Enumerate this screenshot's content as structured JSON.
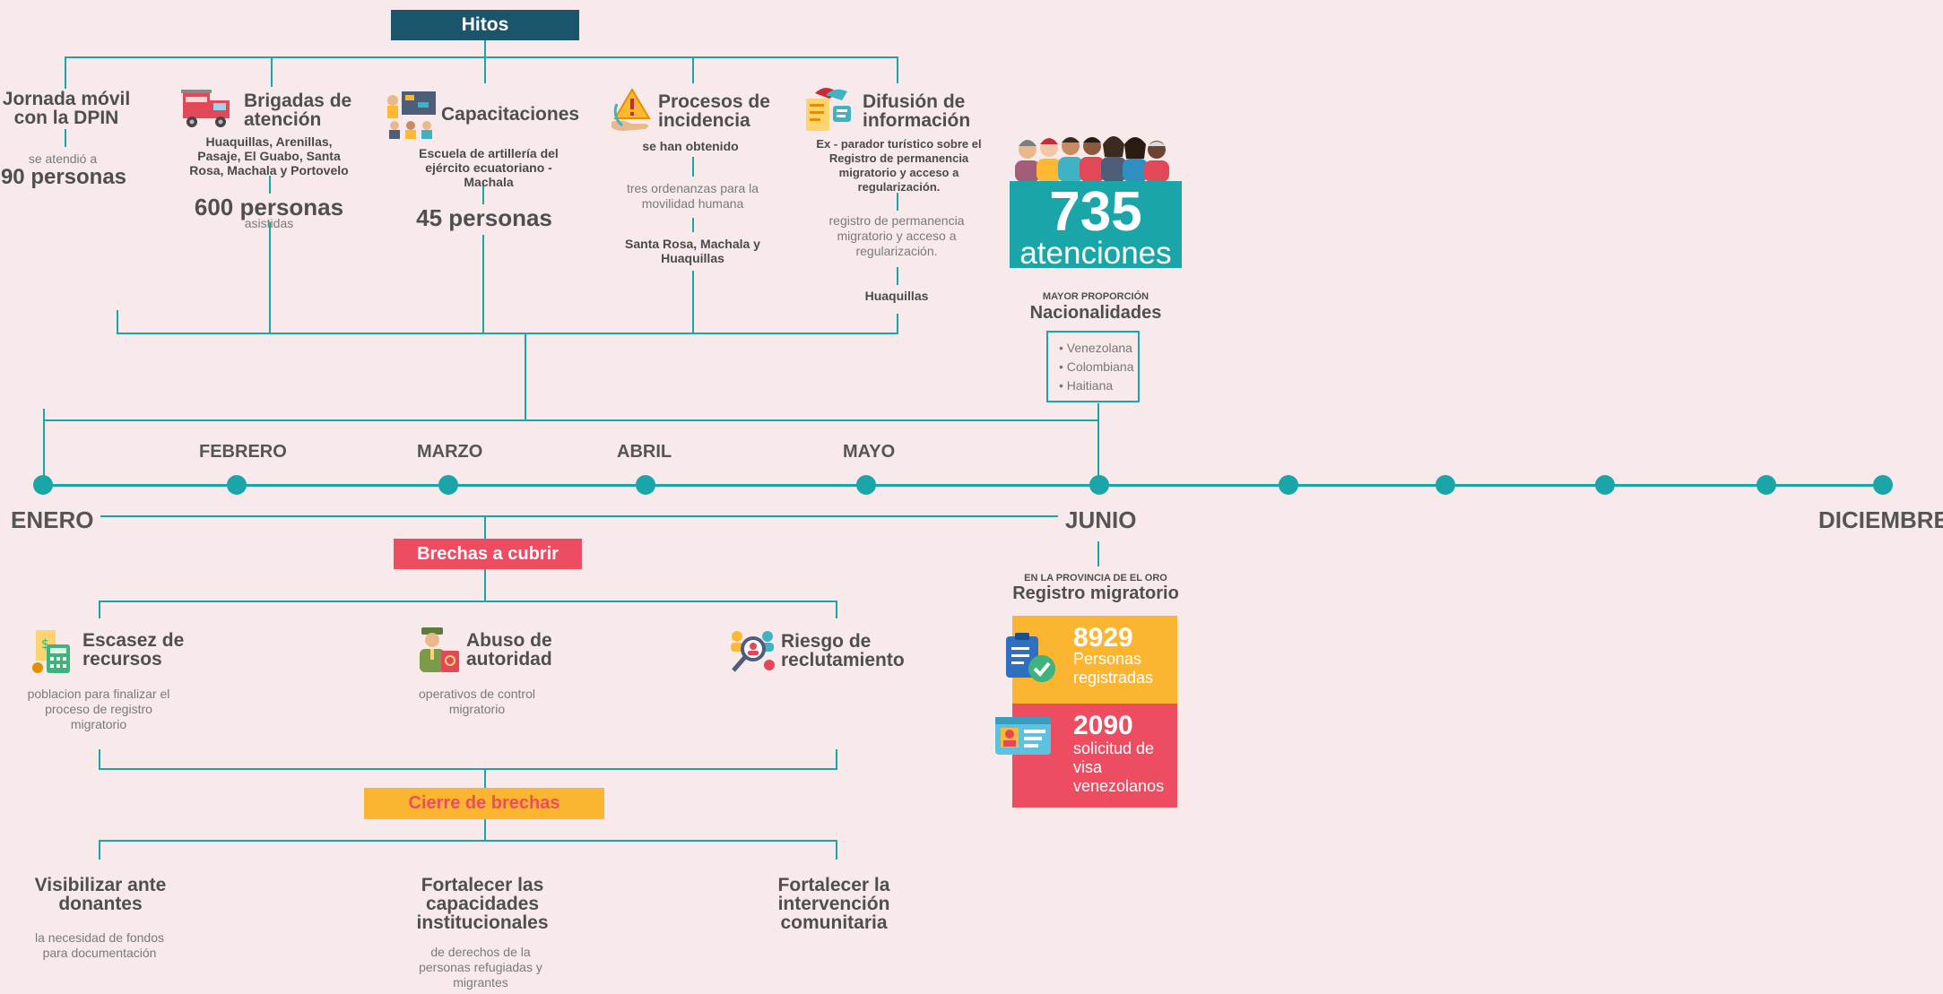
{
  "colors": {
    "teal": "#1aa5a8",
    "navy": "#1b5569",
    "red": "#ee4c61",
    "yellow": "#fbb530",
    "bg": "#f8eaea"
  },
  "hitos": {
    "title": "Hitos",
    "jornada": {
      "title": "Jornada móvil con la DPIN",
      "sub": "se atendió a",
      "value": "90 personas"
    },
    "brigadas": {
      "title": "Brigadas de atención",
      "places": "Huaquillas, Arenillas, Pasaje, El Guabo, Santa Rosa, Machala y Portovelo",
      "value": "600 personas",
      "sub": "asistidas",
      "icon": "fire-truck-icon"
    },
    "capacitaciones": {
      "title": "Capacitaciones",
      "place": "Escuela de artillería del ejército ecuatoriano - Machala",
      "value": "45 personas",
      "icon": "training-icon"
    },
    "procesos": {
      "title": "Procesos de incidencia",
      "sub": "se han obtenido",
      "detail": "tres ordenanzas para la movilidad humana",
      "places": "Santa Rosa, Machala y Huaquillas",
      "icon": "warning-hand-icon"
    },
    "difusion": {
      "title": "Difusión de información",
      "detail": "Ex - parador turístico sobre el Registro de permanencia migratorio y acceso a regularización.",
      "detail2": "registro de permanencia migratorio y acceso a regularización.",
      "place": "Huaquillas",
      "icon": "megaphone-doc-icon"
    }
  },
  "atenciones": {
    "number": "735",
    "label": "atenciones",
    "kicker": "MAYOR PROPORCIÓN",
    "title": "Nacionalidades",
    "list": [
      "• Venezolana",
      "• Colombiana",
      "• Haitiana"
    ]
  },
  "timeline": {
    "months": {
      "enero": "ENERO",
      "febrero": "FEBRERO",
      "marzo": "MARZO",
      "abril": "ABRIL",
      "mayo": "MAYO",
      "junio": "JUNIO",
      "diciembre": "DICIEMBRE"
    }
  },
  "registro": {
    "kicker": "EN LA PROVINCIA DE EL ORO",
    "title": "Registro migratorio",
    "stat1": {
      "value": "8929",
      "label": "Personas registradas"
    },
    "stat2": {
      "value": "2090",
      "label": "solicitud de visa venezolanos"
    }
  },
  "brechas": {
    "title": "Brechas a cubrir",
    "escasez": {
      "title": "Escasez de recursos",
      "detail": "poblacion para finalizar el proceso de registro migratorio"
    },
    "abuso": {
      "title": "Abuso de autoridad",
      "detail": "operativos de control migratorio"
    },
    "riesgo": {
      "title": "Riesgo de reclutamiento"
    }
  },
  "cierre": {
    "title": "Cierre de brechas",
    "visibilizar": {
      "title": "Visibilizar ante donantes",
      "detail": "la necesidad de fondos para documentación"
    },
    "fortalecer1": {
      "title": "Fortalecer las capacidades institucionales",
      "detail": "de derechos de la personas refugiadas y migrantes"
    },
    "fortalecer2": {
      "title": "Fortalecer la intervención comunitaria"
    }
  }
}
